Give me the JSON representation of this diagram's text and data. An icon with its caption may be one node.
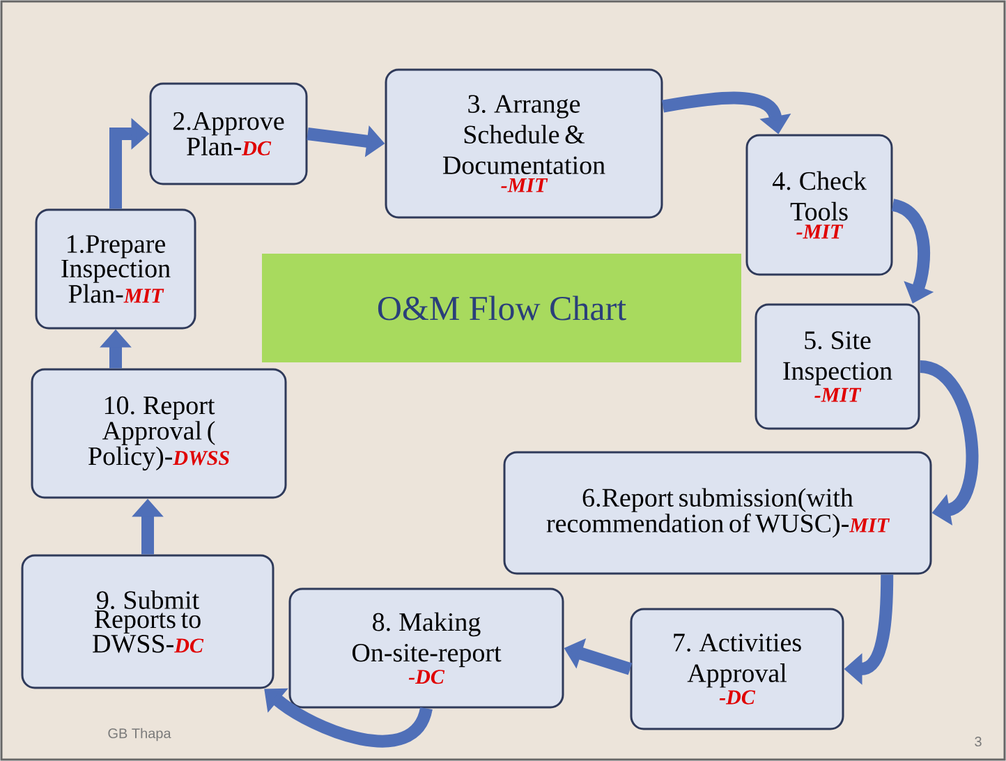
{
  "diagram": {
    "title": "O&M Flow Chart",
    "nodes": [
      {
        "text": [
          "1.Prepare Inspection Plan-",
          "MIT"
        ]
      },
      {
        "text": [
          "2.Approve Plan-",
          "DC"
        ]
      },
      {
        "text": [
          "3. Arrange Schedule & Documentation",
          "-MIT"
        ]
      },
      {
        "text": [
          "4. Check Tools",
          "-MIT"
        ]
      },
      {
        "text": [
          "5. Site Inspection",
          "-MIT"
        ]
      },
      {
        "text": [
          "6.Report submission(with recommendation of WUSC)-",
          "MIT"
        ]
      },
      {
        "text": [
          "7. Activities Approval",
          "-DC"
        ]
      },
      {
        "text": [
          "8. Making On-site-report",
          "-DC"
        ]
      },
      {
        "text": [
          "9. Submit Reports to DWSS-",
          "DC"
        ]
      },
      {
        "text": [
          "10. Report Approval ( Policy)-",
          "DWSS"
        ]
      }
    ],
    "edges": [
      {
        "from": 0,
        "to": 1,
        "arrow": "to"
      },
      {
        "from": 1,
        "to": 2,
        "arrow": "to"
      },
      {
        "from": 2,
        "to": 3,
        "arrow": "to"
      },
      {
        "from": 3,
        "to": 4,
        "arrow": "to"
      },
      {
        "from": 4,
        "to": 5,
        "arrow": "to"
      },
      {
        "from": 5,
        "to": 6,
        "arrow": "to"
      },
      {
        "from": 6,
        "to": 7,
        "arrow": "to"
      },
      {
        "from": 7,
        "to": 8,
        "arrow": "to"
      },
      {
        "from": 8,
        "to": 9,
        "arrow": "to"
      },
      {
        "from": 9,
        "to": 0,
        "arrow": "to"
      }
    ],
    "labels": [
      "GB Thapa",
      "3"
    ]
  }
}
